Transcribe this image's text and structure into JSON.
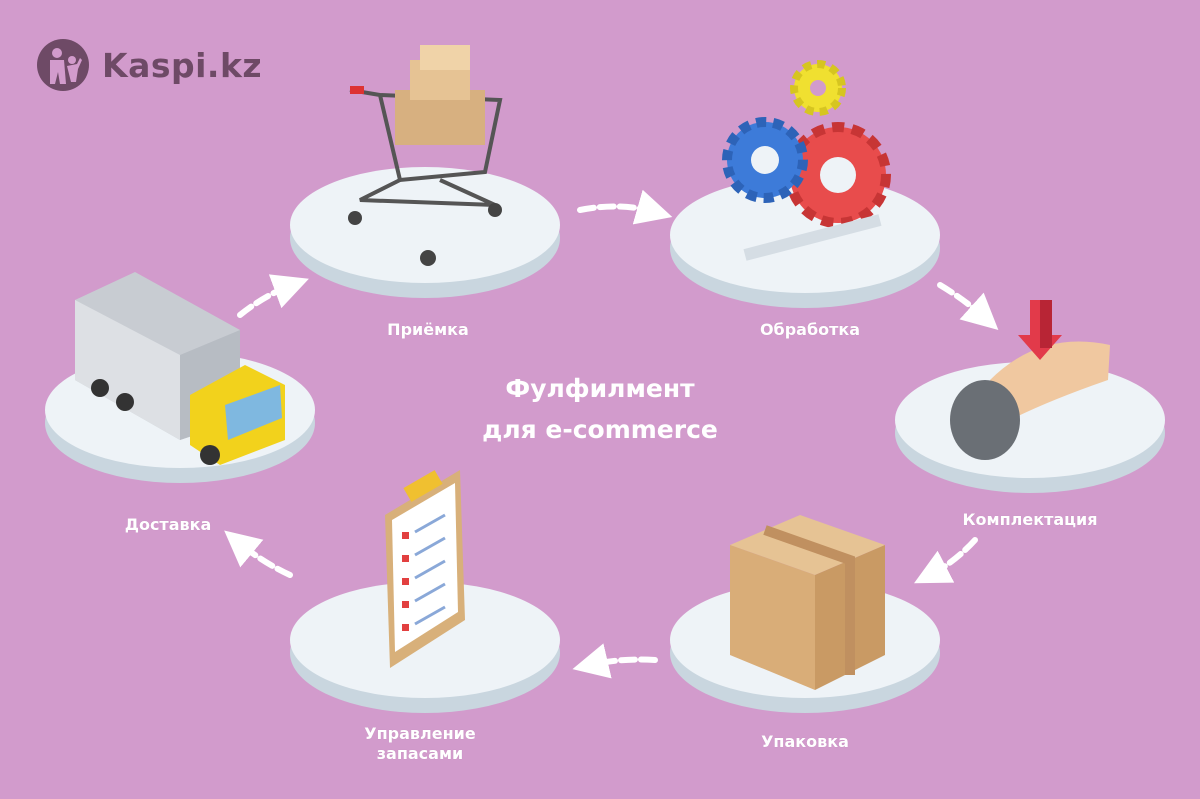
{
  "logo": {
    "text": "Kaspi.kz"
  },
  "title": {
    "line1": "Фулфилмент",
    "line2": "для e-commerce"
  },
  "steps": [
    {
      "label": "Приёмка",
      "icon": "shopping-cart-icon"
    },
    {
      "label": "Обработка",
      "icon": "gears-icon"
    },
    {
      "label": "Комплектация",
      "icon": "hand-arrow-icon"
    },
    {
      "label": "Упаковка",
      "icon": "box-icon"
    },
    {
      "label": "Управление запасами",
      "icon": "clipboard-checklist-icon"
    },
    {
      "label": "Доставка",
      "icon": "truck-icon"
    }
  ],
  "colors": {
    "background": "#d29bcc",
    "logo": "#6e4a66",
    "platform": "#eef3f7"
  }
}
